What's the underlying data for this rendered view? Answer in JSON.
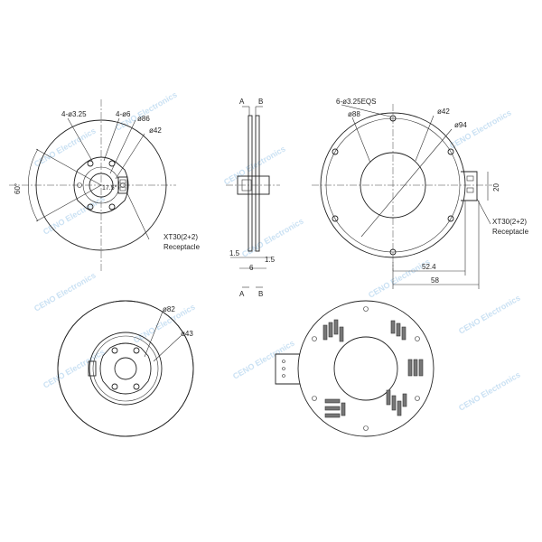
{
  "watermark": "CENO Electronics",
  "view_front": {
    "holes_small": "4-ø3.25",
    "holes_large": "4-ø6",
    "dia_outer_flange": "ø86",
    "dia_inner": "ø42",
    "angle": "60°",
    "angle_inner": "17.5°",
    "connector_name": "XT30(2+2)",
    "connector_type": "Receptacle"
  },
  "view_side": {
    "section_a": "A",
    "section_b": "B",
    "dim_left": "1.5",
    "dim_right": "1.5",
    "dim_mid": "6"
  },
  "view_rear": {
    "holes": "6-ø3.25EQS",
    "dia_inner": "ø42",
    "dia_pcd": "ø88",
    "dia_outer": "ø94",
    "dim_tab_height": "20",
    "dim_tab_offset": "52.4",
    "dim_tab_total": "58",
    "connector_name": "XT30(2+2)",
    "connector_type": "Receptacle"
  },
  "view_brush": {
    "dia_outer": "ø82",
    "dia_inner": "ø43"
  }
}
